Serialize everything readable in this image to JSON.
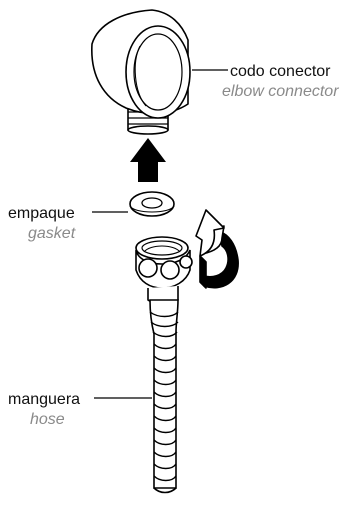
{
  "labels": {
    "elbow": {
      "es": "codo conector",
      "en": "elbow connector"
    },
    "gasket": {
      "es": "empaque",
      "en": "gasket"
    },
    "hose": {
      "es": "manguera",
      "en": "hose"
    }
  },
  "colors": {
    "line": "#000000",
    "secondary_text": "#8a8a8a",
    "background": "#ffffff"
  },
  "icons": [
    "up-arrow-icon",
    "rotate-arrow-icon"
  ]
}
